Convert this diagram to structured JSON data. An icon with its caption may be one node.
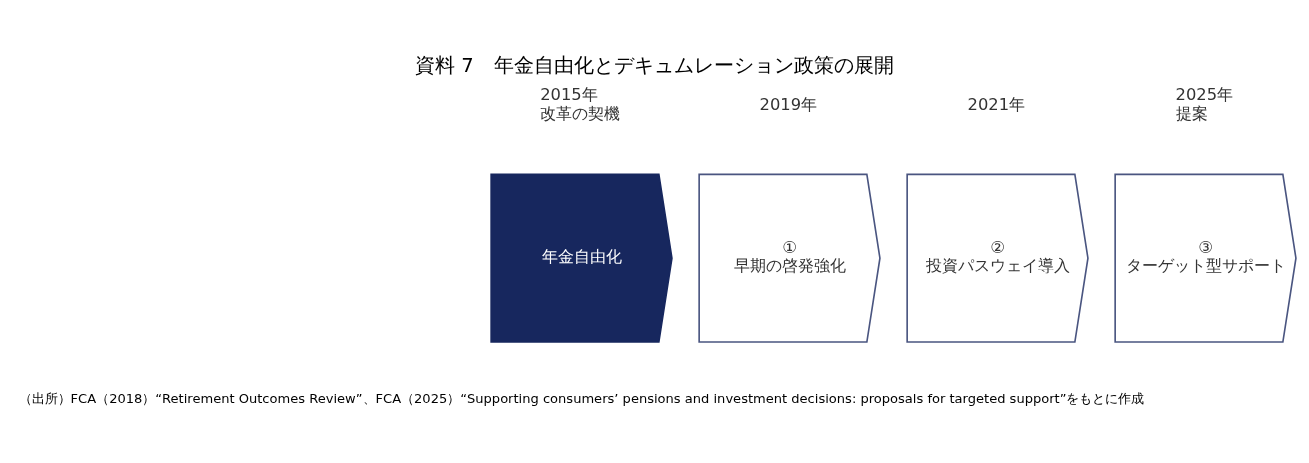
{
  "diagram": {
    "title": "資料 7　年金自由化とデキュムレーション政策の展開",
    "caption": "（出所）FCA（2018）“Retirement Outcomes Review”、FCA（2025）“Supporting consumers’ pensions and investment decisions: proposals for targeted support”をもとに作成",
    "nodes": [
      {
        "text": [
          "年金自由化"
        ],
        "beside": [
          "2015年",
          "改革の契機"
        ]
      },
      {
        "text": [
          "①",
          "早期の啓発強化"
        ],
        "beside": [
          "2019年"
        ]
      },
      {
        "text": [
          "②",
          "投資パスウェイ導入"
        ],
        "beside": [
          "2021年"
        ]
      },
      {
        "text": [
          "③",
          "ターゲット型サポート"
        ],
        "beside": [
          "2025年",
          "提案"
        ]
      }
    ],
    "edges": []
  }
}
